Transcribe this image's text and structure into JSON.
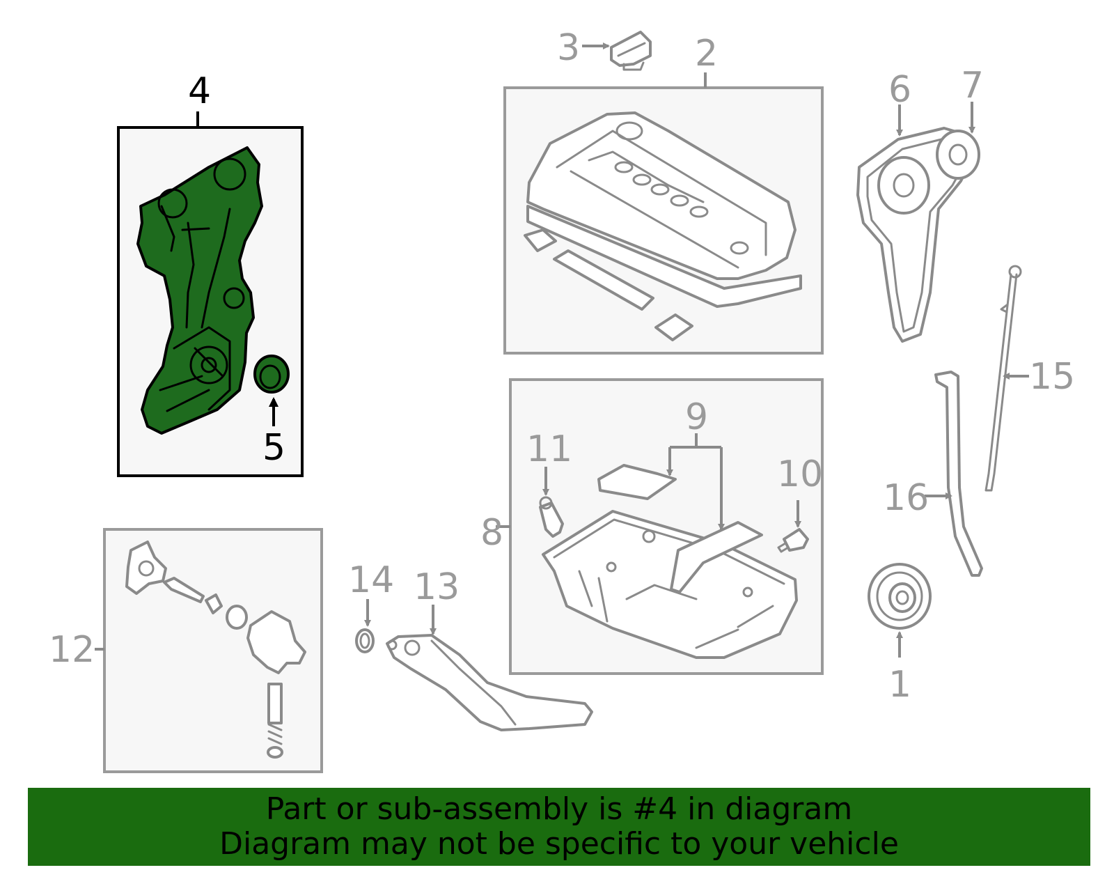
{
  "callouts": {
    "c1": "1",
    "c2": "2",
    "c3": "3",
    "c4": "4",
    "c5": "5",
    "c6": "6",
    "c7": "7",
    "c8": "8",
    "c9": "9",
    "c10": "10",
    "c11": "11",
    "c12": "12",
    "c13": "13",
    "c14": "14",
    "c15": "15",
    "c16": "16"
  },
  "highlight_color": "#1e6b1e",
  "banner": {
    "color": "#1a6c0f",
    "line1": "Part or sub-assembly is #4 in diagram",
    "line2": "Diagram may not be specific to your vehicle"
  }
}
